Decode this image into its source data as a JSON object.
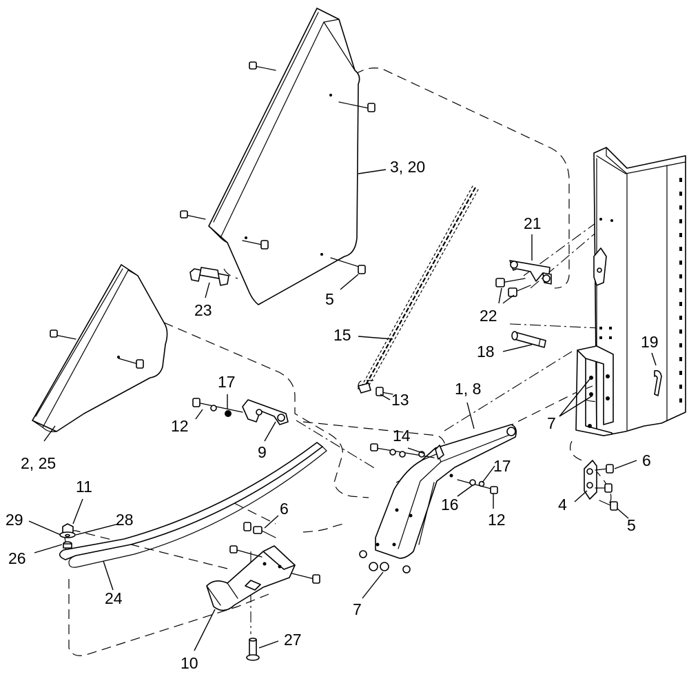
{
  "diagram": {
    "type": "exploded-parts-view",
    "callouts": [
      {
        "id": "c-3-20",
        "label": "3, 20"
      },
      {
        "id": "c-21",
        "label": "21"
      },
      {
        "id": "c-23",
        "label": "23"
      },
      {
        "id": "c-5a",
        "label": "5"
      },
      {
        "id": "c-22",
        "label": "22"
      },
      {
        "id": "c-15",
        "label": "15"
      },
      {
        "id": "c-18",
        "label": "18"
      },
      {
        "id": "c-19",
        "label": "19"
      },
      {
        "id": "c-1-8",
        "label": "1, 8"
      },
      {
        "id": "c-17a",
        "label": "17"
      },
      {
        "id": "c-13",
        "label": "13"
      },
      {
        "id": "c-12a",
        "label": "12"
      },
      {
        "id": "c-9",
        "label": "9"
      },
      {
        "id": "c-7a",
        "label": "7"
      },
      {
        "id": "c-2-25",
        "label": "2, 25"
      },
      {
        "id": "c-14",
        "label": "14"
      },
      {
        "id": "c-6a",
        "label": "6"
      },
      {
        "id": "c-11",
        "label": "11"
      },
      {
        "id": "c-17b",
        "label": "17"
      },
      {
        "id": "c-29",
        "label": "29"
      },
      {
        "id": "c-28",
        "label": "28"
      },
      {
        "id": "c-6b",
        "label": "6"
      },
      {
        "id": "c-16",
        "label": "16"
      },
      {
        "id": "c-4",
        "label": "4"
      },
      {
        "id": "c-12b",
        "label": "12"
      },
      {
        "id": "c-5b",
        "label": "5"
      },
      {
        "id": "c-26",
        "label": "26"
      },
      {
        "id": "c-24",
        "label": "24"
      },
      {
        "id": "c-7b",
        "label": "7"
      },
      {
        "id": "c-27",
        "label": "27"
      },
      {
        "id": "c-10",
        "label": "10"
      }
    ]
  }
}
